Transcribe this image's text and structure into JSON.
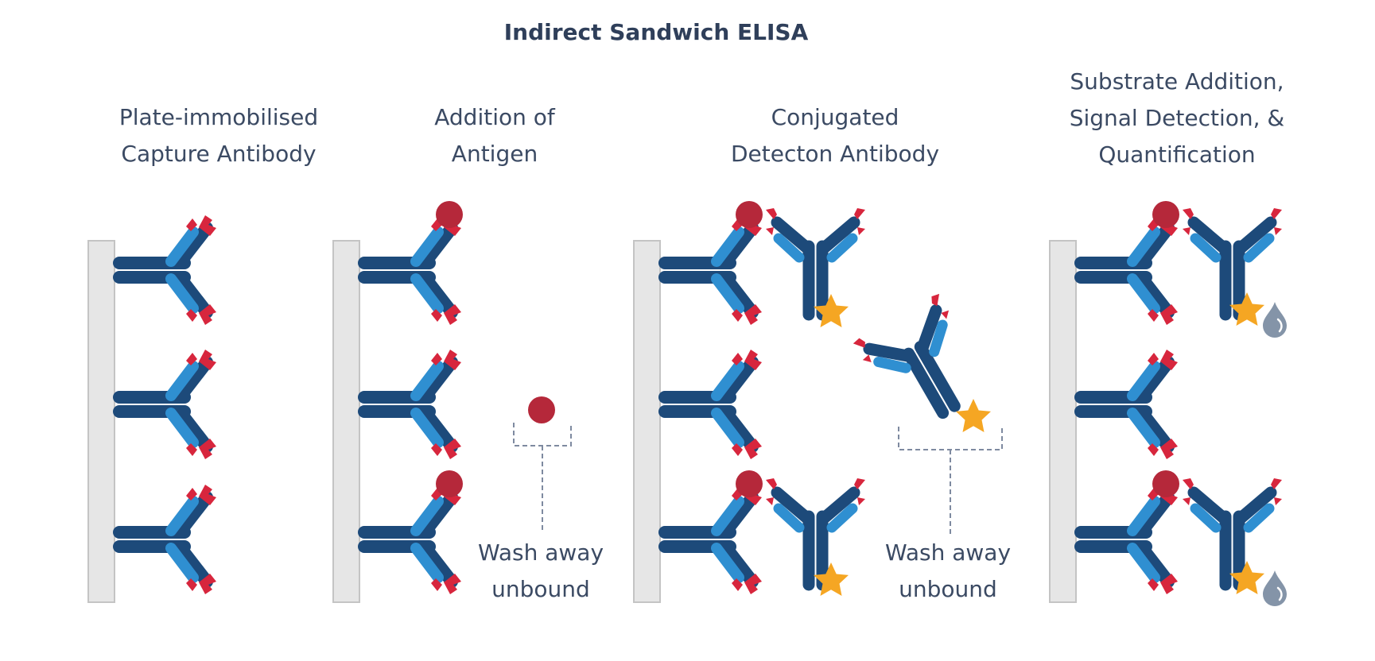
{
  "title": "Indirect Sandwich ELISA",
  "panels": [
    {
      "line1": "Plate-immobilised",
      "line2": "Capture Antibody"
    },
    {
      "line1": "Addition of",
      "line2": "Antigen"
    },
    {
      "line1": "Conjugated",
      "line2": "Detecton Antibody"
    },
    {
      "line1": "Substrate Addition,",
      "line2": "Signal Detection, &",
      "line3": "Quantification"
    }
  ],
  "wash": [
    {
      "line1": "Wash away",
      "line2": "unbound"
    },
    {
      "line1": "Wash away",
      "line2": "unbound"
    }
  ],
  "colors": {
    "title": "#2f3f5a",
    "text": "#3b4a63",
    "plate_fill": "#e6e6e6",
    "plate_stroke": "#c4c4c4",
    "heavy_chain": "#1d4a7a",
    "light_chain": "#2f8fd1",
    "antibody_tip": "#d7263d",
    "antigen": "#b5283a",
    "enzyme_star": "#f5a623",
    "signal_drop": "#8494a8",
    "bracket": "#7e8aa0"
  }
}
